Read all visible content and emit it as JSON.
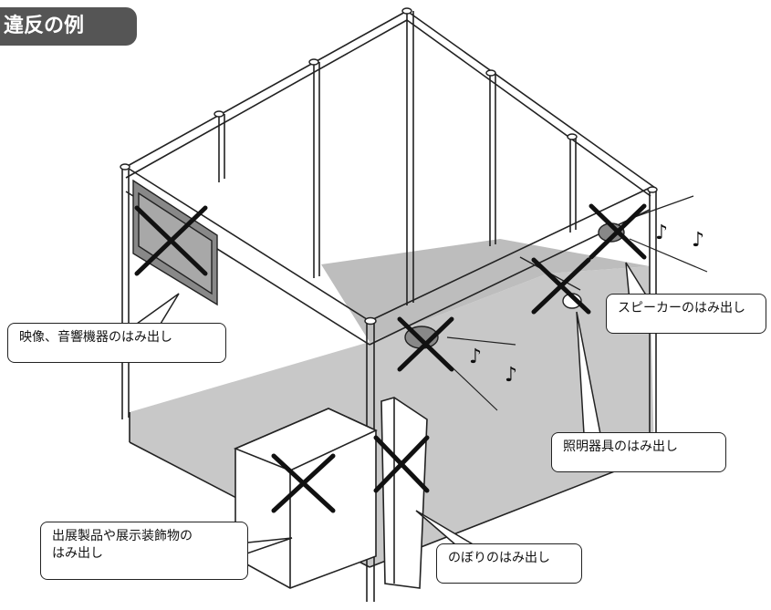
{
  "title": "違反の例",
  "callouts": {
    "av_equipment": "映像、音響機器のはみ出し",
    "speaker": "スピーカーのはみ出し",
    "lighting": "照明器具のはみ出し",
    "products": [
      "出展製品や展示装飾物の",
      "はみ出し"
    ],
    "banner": "のぼりのはみ出し"
  },
  "music_note": "♪",
  "colors": {
    "floor": "#c8c8c8",
    "tab": "#555555",
    "monitor": "#888888",
    "stroke": "#222222"
  }
}
